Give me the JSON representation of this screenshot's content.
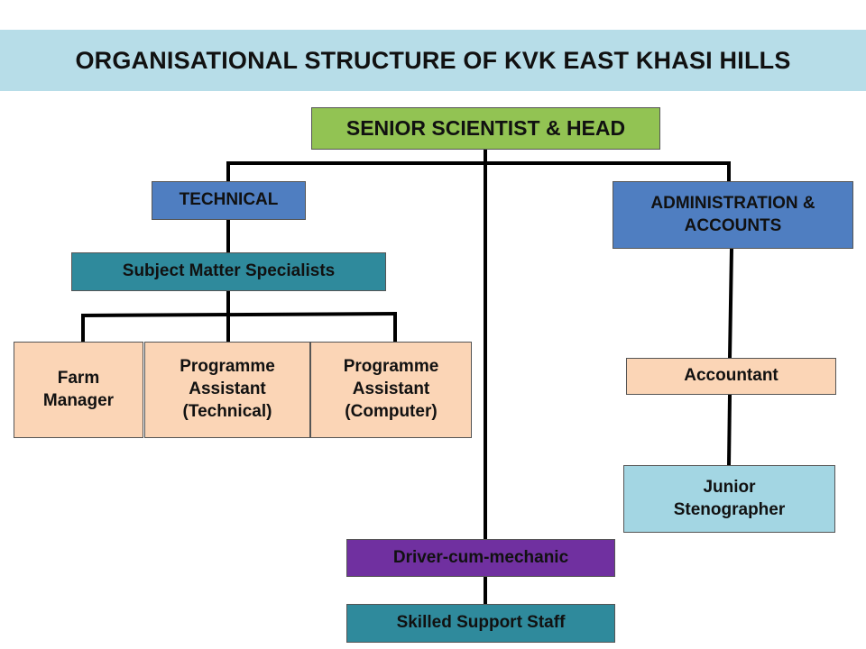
{
  "title": "ORGANISATIONAL STRUCTURE OF KVK EAST KHASI HILLS",
  "nodes": {
    "head": "SENIOR SCIENTIST & HEAD",
    "technical": "TECHNICAL",
    "admin_line1": "ADMINISTRATION &",
    "admin_line2": "ACCOUNTS",
    "sms": "Subject Matter Specialists",
    "farm_line1": "Farm",
    "farm_line2": "Manager",
    "pa_tech_line1": "Programme",
    "pa_tech_line2": "Assistant",
    "pa_tech_line3": "(Technical)",
    "pa_comp_line1": "Programme",
    "pa_comp_line2": "Assistant",
    "pa_comp_line3": "(Computer)",
    "accountant": "Accountant",
    "steno_line1": "Junior",
    "steno_line2": "Stenographer",
    "driver": "Driver-cum-mechanic",
    "sss": "Skilled Support Staff"
  },
  "colors": {
    "banner": "#b7dde8",
    "head": "#92c353",
    "technical": "#4f7ec1",
    "admin": "#4f7ec1",
    "sms": "#2f8a9c",
    "staff": "#fbd5b6",
    "steno": "#a3d6e3",
    "driver": "#7030a0",
    "sss": "#2f8a9c",
    "connector": "#000000"
  }
}
